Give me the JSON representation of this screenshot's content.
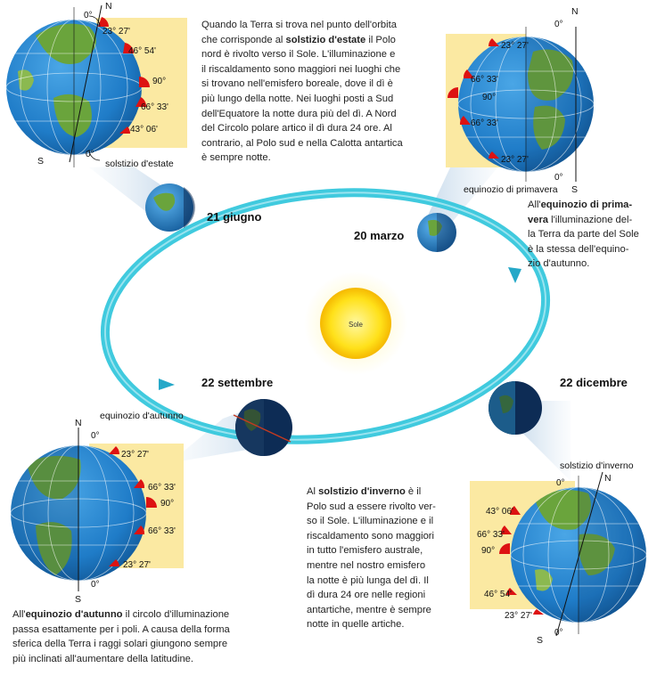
{
  "sun_label": "Sole",
  "dates": {
    "june": "21 giugno",
    "march": "20 marzo",
    "september": "22 settembre",
    "december": "22 dicembre"
  },
  "captions": {
    "summer": "solstizio d'estate",
    "spring": "equinozio di primavera",
    "autumn": "equinozio d'autunno",
    "winter": "solstizio d'inverno"
  },
  "poles": {
    "north": "N",
    "south": "S"
  },
  "summer_angles": {
    "a0top": "0°",
    "a1": "23° 27'",
    "a2": "46° 54'",
    "a3": "90°",
    "a4": "66° 33'",
    "a5": "43° 06'",
    "a0bot": "0°"
  },
  "spring_angles": {
    "a0top": "0°",
    "a1": "23° 27'",
    "a2": "66° 33'",
    "a3": "90°",
    "a4": "66° 33'",
    "a5": "23° 27'",
    "a0bot": "0°"
  },
  "autumn_angles": {
    "a0top": "0°",
    "a1": "23° 27'",
    "a2": "66° 33'",
    "a3": "90°",
    "a4": "66° 33'",
    "a5": "23° 27'",
    "a0bot": "0°"
  },
  "winter_angles": {
    "a0top": "0°",
    "a1": "43° 06'",
    "a2": "66° 33'",
    "a3": "90°",
    "a4": "46° 54'",
    "a5": "23° 27'",
    "a0bot": "0°"
  },
  "text_summer": {
    "l1": "Quando la Terra si trova nel punto dell'orbita",
    "l2a": "che corrisponde al ",
    "l2b": "solstizio d'estate",
    "l2c": " il Polo",
    "l3": "nord è rivolto verso il Sole. L'illuminazione e",
    "l4": "il riscaldamento sono maggiori nei luoghi che",
    "l5": "si trovano nell'emisfero boreale, dove il dì è",
    "l6": "più lungo della notte. Nei luoghi posti a Sud",
    "l7": "dell'Equatore la notte dura più del dì. A Nord",
    "l8": "del Circolo polare artico il dì dura 24 ore. Al",
    "l9": "contrario, al Polo sud e nella Calotta antartica",
    "l10": "è sempre notte."
  },
  "text_spring": {
    "l1a": "All'",
    "l1b": "equinozio di prima-",
    "l2a": "vera",
    "l2b": " l'illuminazione del-",
    "l3": "la Terra da parte del Sole",
    "l4": "è la stessa dell'equino-",
    "l5": "zio d'autunno."
  },
  "text_autumn": {
    "l1a": "All'",
    "l1b": "equinozio d'autunno",
    "l1c": " il circolo d'illuminazione",
    "l2": "passa esattamente per i poli. A causa della forma",
    "l3": "sferica della Terra i raggi solari giungono sempre",
    "l4": "più inclinati all'aumentare della latitudine."
  },
  "text_winter": {
    "l1a": "Al ",
    "l1b": "solstizio d'inverno",
    "l1c": " è il",
    "l2": "Polo sud a essere rivolto ver-",
    "l3": "so il Sole. L'illuminazione e il",
    "l4": "riscaldamento sono maggiori",
    "l5": "in tutto l'emisfero australe,",
    "l6": "mentre nel nostro emisfero",
    "l7": "la notte è più lunga del dì. Il",
    "l8": "dì dura 24 ore nelle regioni",
    "l9": "antartiche, mentre è sempre",
    "l10": "notte in quelle artiche."
  },
  "colors": {
    "orbit": "#36c7dc",
    "panel": "#fbe9a2",
    "ocean": "#1f7cc8",
    "land": "#6aa43c",
    "sun": "#ffe11a",
    "night": "#0d2c55",
    "ray": "#cfe0ee",
    "sector": "#dd1212"
  }
}
